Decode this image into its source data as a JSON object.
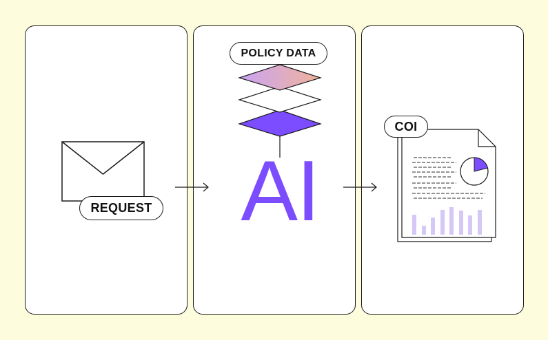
{
  "labels": {
    "request": "REQUEST",
    "policy_data": "POLICY DATA",
    "ai": "AI",
    "coi": "COI"
  },
  "colors": {
    "background": "#fdfcdc",
    "accent": "#7c4dff",
    "stroke": "#1a1a1a",
    "chart_bars": "#d6c8f6"
  },
  "icons": [
    "envelope-icon",
    "data-layers-icon",
    "document-icon",
    "pie-chart-icon",
    "bar-chart-icon",
    "arrow-right-icon"
  ]
}
